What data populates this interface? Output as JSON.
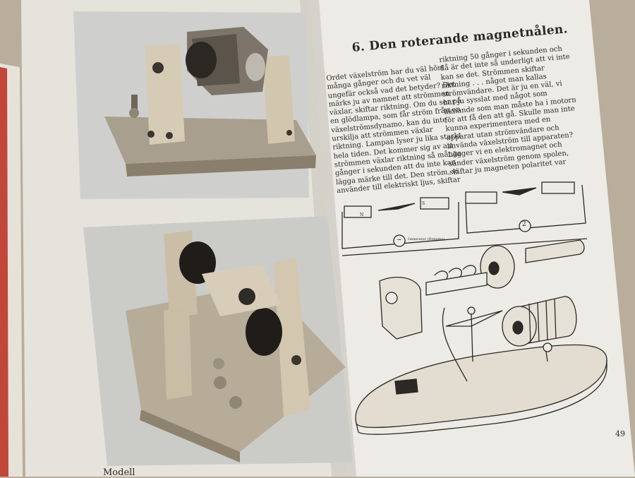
{
  "book": {
    "section_title": "6. Den roterande magnetnålen.",
    "page_number": "49",
    "footer_fragment": "Modell",
    "column1_text": "Ordet växelström har du väl hört många gånger och du vet väl ungefär också vad det betyder? Det märks ju av namnet att strömmen växlar, skiftar riktning. Om du ser på en glödlampa, som får ström från en växelströmsdynamo, kan du inte urskilja att strömmen växlar riktning. Lampan lyser ju lika starkt hela tiden. Det kommer sig av att strömmen växlar riktning så många gånger i sekunden att du inte kan lägga märke till det. Den ström, vi använder till elektriskt ljus, skiftar",
    "column2_text": "riktning 50 gånger i sekunden och då är det inte så underligt att vi inte kan se det. Strömmen skiftar riktning . . . något man kallas strömvändare. Det är ju en väl, vi har ju sysslat med något som liknande som man måste ha i motorn för att få den att gå. Skulle man inte kunna experimentera med en apparat utan strömvändare och använda växelström till apparaten? Lägger vi en elektromagnet och sänder växelström genom spolen, skiftar ju magneten polaritet var",
    "diagram_labels": {
      "n_label": "N",
      "s_label": "S",
      "generator": "Generator (Dynamo)",
      "circle_1": "~",
      "circle_2": "2"
    }
  },
  "colors": {
    "table": "#b9ad9b",
    "paper_left": "#e9e6df",
    "paper_right": "#eeece6",
    "photo_bg": "#cfd0cd",
    "ink": "#2b2925"
  }
}
